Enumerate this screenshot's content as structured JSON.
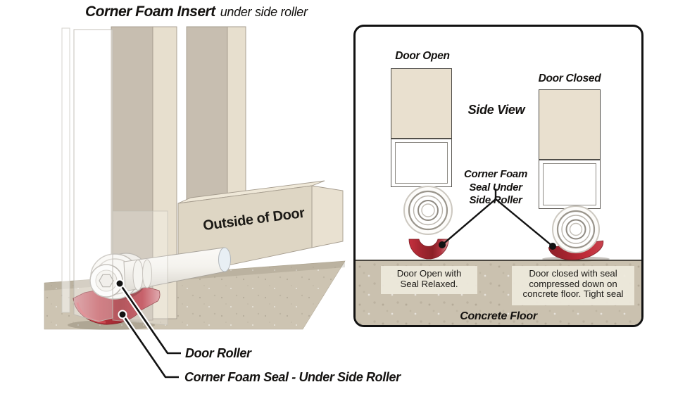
{
  "title": {
    "main": "Corner Foam Insert",
    "sub": "under side roller"
  },
  "left_illustration": {
    "outside_label": "Outside of Door",
    "door_roller_label": "Door Roller",
    "corner_seal_label": "Corner Foam Seal - Under Side Roller"
  },
  "side_view_panel": {
    "door_open_label": "Door Open",
    "door_closed_label": "Door Closed",
    "side_view_label": "Side View",
    "seal_callout": {
      "line1": "Corner Foam",
      "line2": "Seal Under",
      "line3": "Side Roller"
    },
    "open_note": {
      "line1": "Door Open with",
      "line2": "Seal Relaxed."
    },
    "closed_note": {
      "line1": "Door closed with seal",
      "line2": "compressed down on",
      "line3": "concrete floor. Tight seal"
    },
    "floor_label": "Concrete Floor"
  },
  "colors": {
    "seal_red": "#b42f37",
    "seal_dark_red": "#8c2128",
    "seal_bright_red": "#c5303e",
    "wood_light": "#e7dfce",
    "wood_dark": "#c7beb0",
    "rail_face": "#ded6c4",
    "door_beige": "#e9e0cf",
    "concrete": "#cac1af",
    "line_black": "#111111"
  }
}
